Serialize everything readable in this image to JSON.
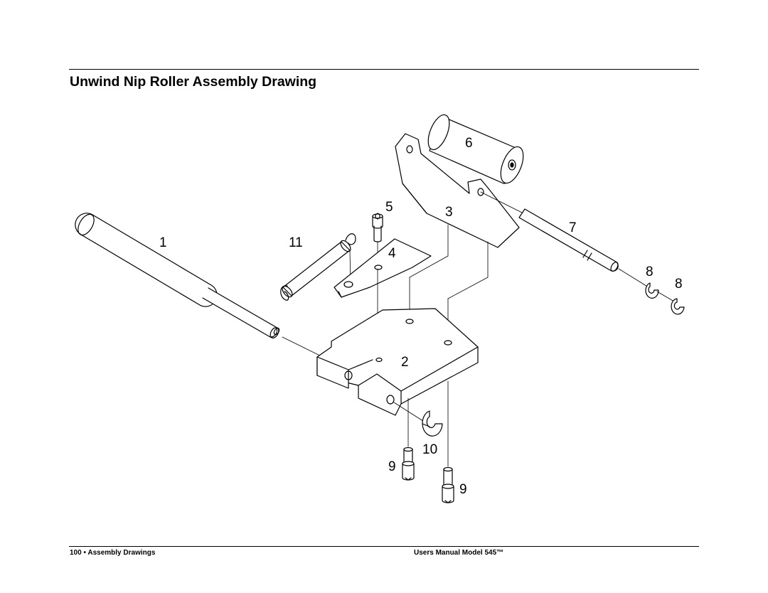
{
  "page": {
    "title": "Unwind Nip Roller Assembly Drawing",
    "footer_left": "100 • Assembly Drawings",
    "footer_right": "Users Manual Model 545™"
  },
  "drawing": {
    "callouts": {
      "c1": "1",
      "c2": "2",
      "c3": "3",
      "c4": "4",
      "c5": "5",
      "c6": "6",
      "c7": "7",
      "c8a": "8",
      "c8b": "8",
      "c9a": "9",
      "c9b": "9",
      "c10": "10",
      "c11": "11"
    }
  }
}
